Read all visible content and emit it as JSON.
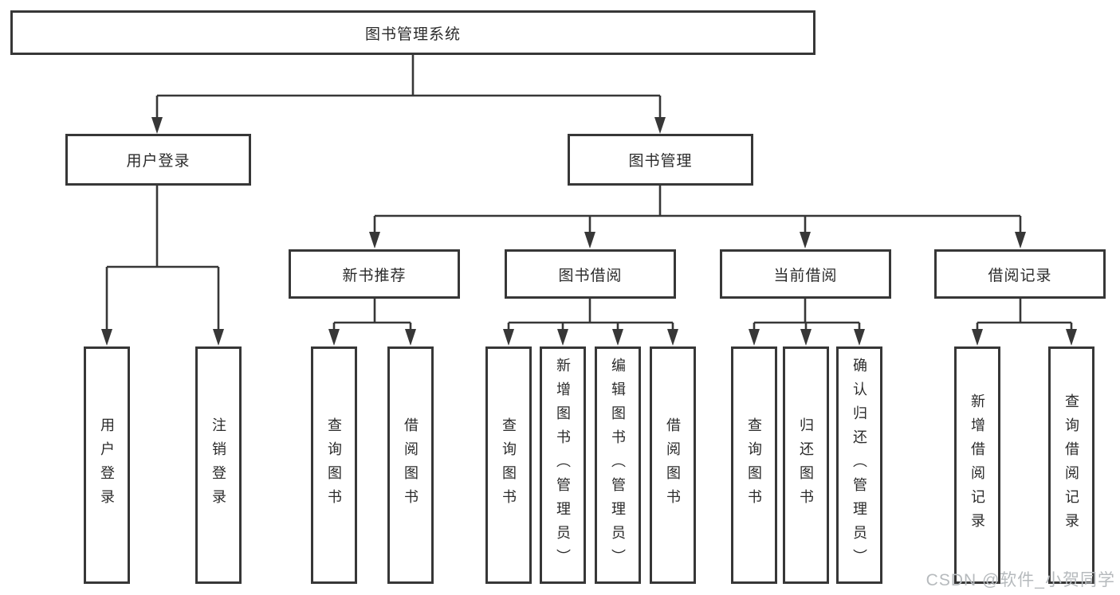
{
  "diagram": {
    "root": "图书管理系统",
    "branches": [
      {
        "label": "用户登录",
        "leaves": [
          "用户登录",
          "注销登录"
        ]
      },
      {
        "label": "图书管理",
        "groups": [
          {
            "label": "新书推荐",
            "leaves": [
              "查询图书",
              "借阅图书"
            ]
          },
          {
            "label": "图书借阅",
            "leaves": [
              "查询图书",
              "新增图书（管理员）",
              "编辑图书（管理员）",
              "借阅图书"
            ]
          },
          {
            "label": "当前借阅",
            "leaves": [
              "查询图书",
              "归还图书",
              "确认归还（管理员）"
            ]
          },
          {
            "label": "借阅记录",
            "leaves": [
              "新增借阅记录",
              "查询借阅记录"
            ]
          }
        ]
      }
    ]
  },
  "watermark": {
    "text": "CSDN @软件_小贺同学"
  },
  "colors": {
    "line": "#373737",
    "text": "#2b2b2b",
    "watermark": "#b6babd",
    "background": "#ffffff"
  }
}
